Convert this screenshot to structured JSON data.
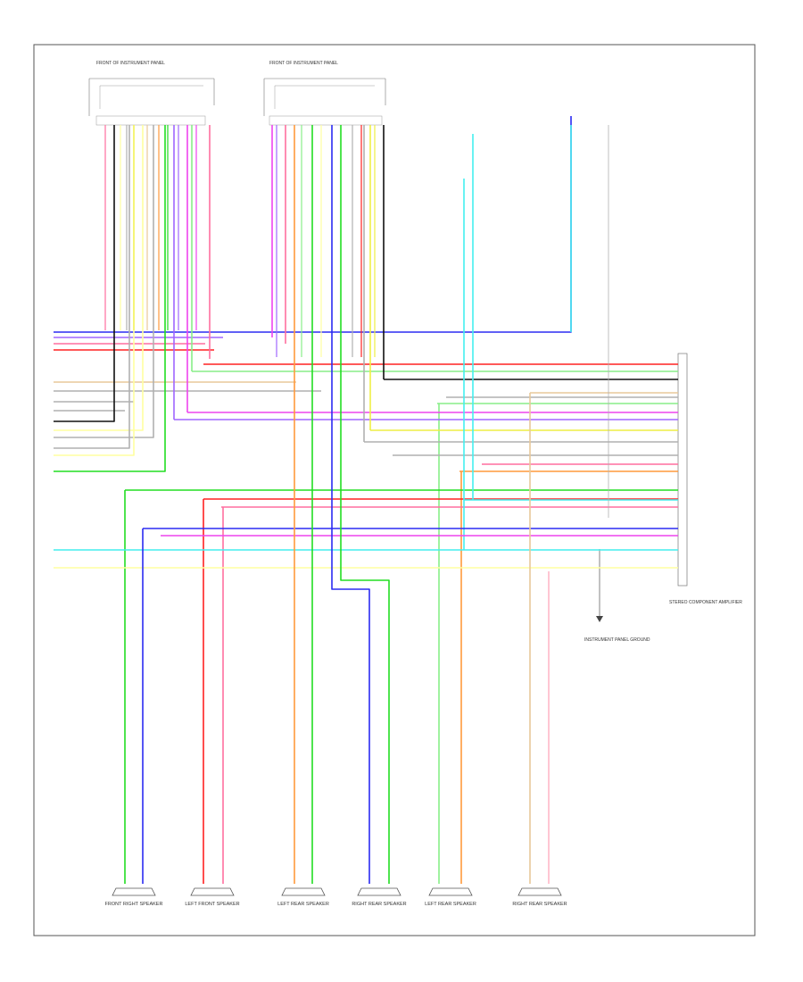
{
  "diagram": {
    "footer": "",
    "colors": {
      "blue": "#2b2bf2",
      "violet": "#a066ff",
      "pink": "#ff6f9f",
      "red": "#ff2222",
      "green": "#22dd22",
      "lightgreen": "#88ee88",
      "black": "#111111",
      "yellow": "#eeee44",
      "lightyellow": "#ffffa0",
      "orange": "#ff9a3c",
      "tan": "#e8c89a",
      "gray": "#b0b0b0",
      "cyan": "#44eeee",
      "magenta": "#ee44ee",
      "white": "#dddddd",
      "pinklight": "#ffb8c8"
    },
    "components": {
      "front_left_module": "FRONT OF INSTRUMENT PANEL",
      "front_center_module": "FRONT OF INSTRUMENT PANEL",
      "main_unit": "STEREO COMPONENT AMPLIFIER",
      "ground": "INSTRUMENT PANEL GROUND",
      "speakers": [
        "FRONT RIGHT SPEAKER",
        "LEFT FRONT SPEAKER",
        "LEFT REAR SPEAKER",
        "RIGHT REAR SPEAKER",
        "LEFT REAR SPEAKER",
        "RIGHT REAR SPEAKER"
      ]
    }
  }
}
